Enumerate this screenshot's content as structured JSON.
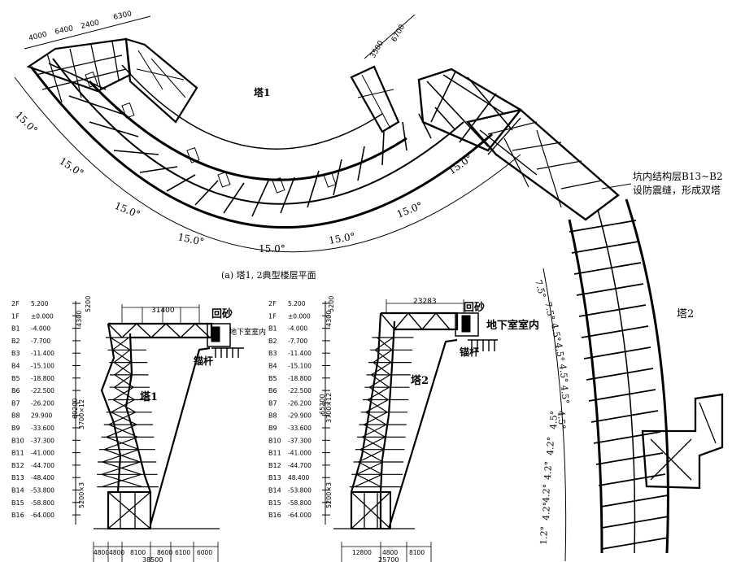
{
  "plan": {
    "dims_top_left": [
      "4000",
      "6400",
      "2400",
      "6300"
    ],
    "dims_top_right": [
      "3500",
      "6700"
    ],
    "tower1_label": "塔1",
    "tower2_label": "塔2",
    "angles_outer": [
      "15.0°",
      "15.0°",
      "15.0°",
      "15.0°",
      "15.0°",
      "15.0°",
      "15.0°",
      "15.0°"
    ],
    "angles_tower2": [
      "7.5°",
      "7.5°",
      "4.5°",
      "4.5°",
      "4.5°",
      "4.5°",
      "4.5°",
      "4.5°",
      "4.2°",
      "4.2°",
      "4.2°",
      "4.2°",
      "1.2°"
    ],
    "note_line1": "坑内结构层B13~B2",
    "note_line2": "设防震缝，形成双塔",
    "caption": "(a) 塔1, 2典型楼层平面"
  },
  "section1": {
    "levels": [
      {
        "name": "2F",
        "elev": "5.200"
      },
      {
        "name": "1F",
        "elev": "±0.000"
      },
      {
        "name": "B1",
        "elev": "-4.000"
      },
      {
        "name": "B2",
        "elev": "-7.700"
      },
      {
        "name": "B3",
        "elev": "-11.400"
      },
      {
        "name": "B4",
        "elev": "-15.100"
      },
      {
        "name": "B5",
        "elev": "-18.800"
      },
      {
        "name": "B6",
        "elev": "-22.500"
      },
      {
        "name": "B7",
        "elev": "-26.200"
      },
      {
        "name": "B8",
        "elev": "29.900"
      },
      {
        "name": "B9",
        "elev": "-33.600"
      },
      {
        "name": "B10",
        "elev": "-37.300"
      },
      {
        "name": "B11",
        "elev": "-41.000"
      },
      {
        "name": "B12",
        "elev": "-44.700"
      },
      {
        "name": "B13",
        "elev": "-48.400"
      },
      {
        "name": "B14",
        "elev": "-53.800"
      },
      {
        "name": "B15",
        "elev": "-58.800"
      },
      {
        "name": "B16",
        "elev": "-64.000"
      }
    ],
    "vdims": [
      "5200",
      "4300",
      "3700×12",
      "69200",
      "5200×3"
    ],
    "top_dim": "31400",
    "bottom_dims": [
      "4800",
      "4800",
      "8100",
      "8600",
      "6100",
      "6000"
    ],
    "bottom_total": "38500",
    "backfill": "回砂",
    "basement_indoor": "地下室室内",
    "anchor": "锚杆",
    "tower_label": "塔1"
  },
  "section2": {
    "levels": [
      {
        "name": "2F",
        "elev": "5.200"
      },
      {
        "name": "1F",
        "elev": "±0.000"
      },
      {
        "name": "B1",
        "elev": "-4.000"
      },
      {
        "name": "B2",
        "elev": "-7.700"
      },
      {
        "name": "B3",
        "elev": "-11.400"
      },
      {
        "name": "B4",
        "elev": "-15.100"
      },
      {
        "name": "B5",
        "elev": "-18.800"
      },
      {
        "name": "B6",
        "elev": "-22.500"
      },
      {
        "name": "B7",
        "elev": "-26.200"
      },
      {
        "name": "B8",
        "elev": "-29.900"
      },
      {
        "name": "B9",
        "elev": "-33.600"
      },
      {
        "name": "B10",
        "elev": "-37.300"
      },
      {
        "name": "B11",
        "elev": "-41.000"
      },
      {
        "name": "B12",
        "elev": "-44.700"
      },
      {
        "name": "B13",
        "elev": "48.400"
      },
      {
        "name": "B14",
        "elev": "-53.800"
      },
      {
        "name": "B15",
        "elev": "-58.800"
      },
      {
        "name": "B16",
        "elev": "-64.000"
      }
    ],
    "vdims": [
      "5200",
      "4300",
      "3700×12",
      "65200",
      "5200×3"
    ],
    "top_dim": "23283",
    "bottom_dims": [
      "12800",
      "4800",
      "8100"
    ],
    "bottom_total": "25700",
    "backfill": "回砂",
    "basement_indoor": "地下室室内",
    "anchor": "锚杆",
    "tower_label": "塔2"
  }
}
